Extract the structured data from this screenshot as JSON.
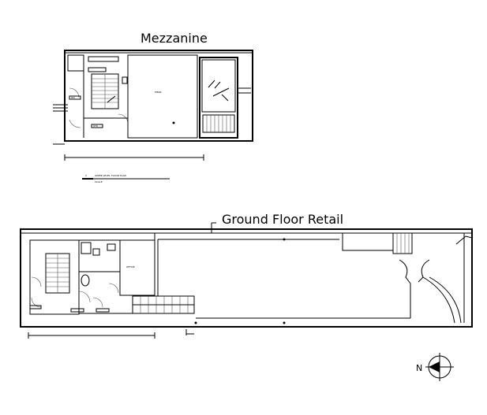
{
  "mezzanine": {
    "title": "Mezzanine"
  },
  "ground_floor": {
    "title": "Ground Floor Retail"
  },
  "north_arrow": {
    "label": "N"
  }
}
